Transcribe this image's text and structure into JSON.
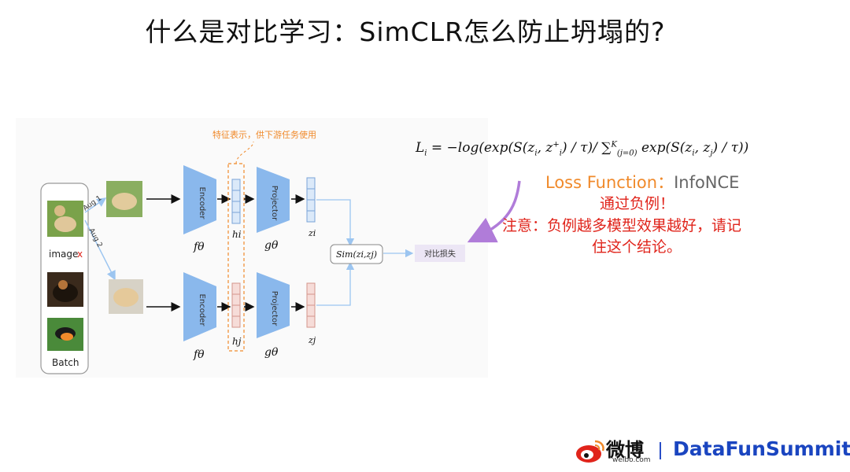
{
  "title": "什么是对比学习：SimCLR怎么防止坍塌的?",
  "diagram": {
    "annotation": "特征表示，供下游任务使用",
    "batch": {
      "image_label": "image",
      "image_mark": "x",
      "label": "Batch"
    },
    "aug1": "Aug 1",
    "aug2": "Aug 2",
    "encoder_label": "Encoder",
    "projector_label": "Projector",
    "f_label": "fθ",
    "g_label": "gθ",
    "h_top": "hi",
    "h_bottom": "hj",
    "z_top": "zi",
    "z_bottom": "zj",
    "sim_label": "Sim(zi,zj)",
    "contrast_loss": "对比损失"
  },
  "formula": {
    "lhs": "L",
    "lhs_sub": "i",
    "rhs_start": "= −log(exp(S(z",
    "rhs_sub_i": "i",
    "rhs_mid": ", z",
    "rhs_sup_plus": "+",
    "rhs_sub_i2": "i",
    "rhs_tail": ") / τ)/ ∑",
    "sum_sub": "(j=0)",
    "sum_sup": "K",
    "rhs_end": " exp(S(z",
    "rhs_sub_i3": "i",
    "rhs_end2": ", z",
    "rhs_sub_j": "j",
    "rhs_end3": ") / τ))"
  },
  "loss": {
    "label": "Loss Function",
    "colon": "：",
    "value": "InfoNCE"
  },
  "notes": [
    "通过负例！",
    "注意：负例越多模型效果越好，请记",
    "住这个结论。"
  ],
  "footer": {
    "weibo": "微博",
    "weibo_sub": "weibo.com",
    "brand": "DataFunSummit"
  },
  "colors": {
    "accent_orange": "#f08a2b",
    "note_red": "#e0241b",
    "encoder_blue": "#8ab8ec",
    "brand_blue": "#1a45c0"
  },
  "icons": [
    "dog-image-icon",
    "puppy-image-icon",
    "bird-image-icon",
    "weibo-logo-icon"
  ]
}
